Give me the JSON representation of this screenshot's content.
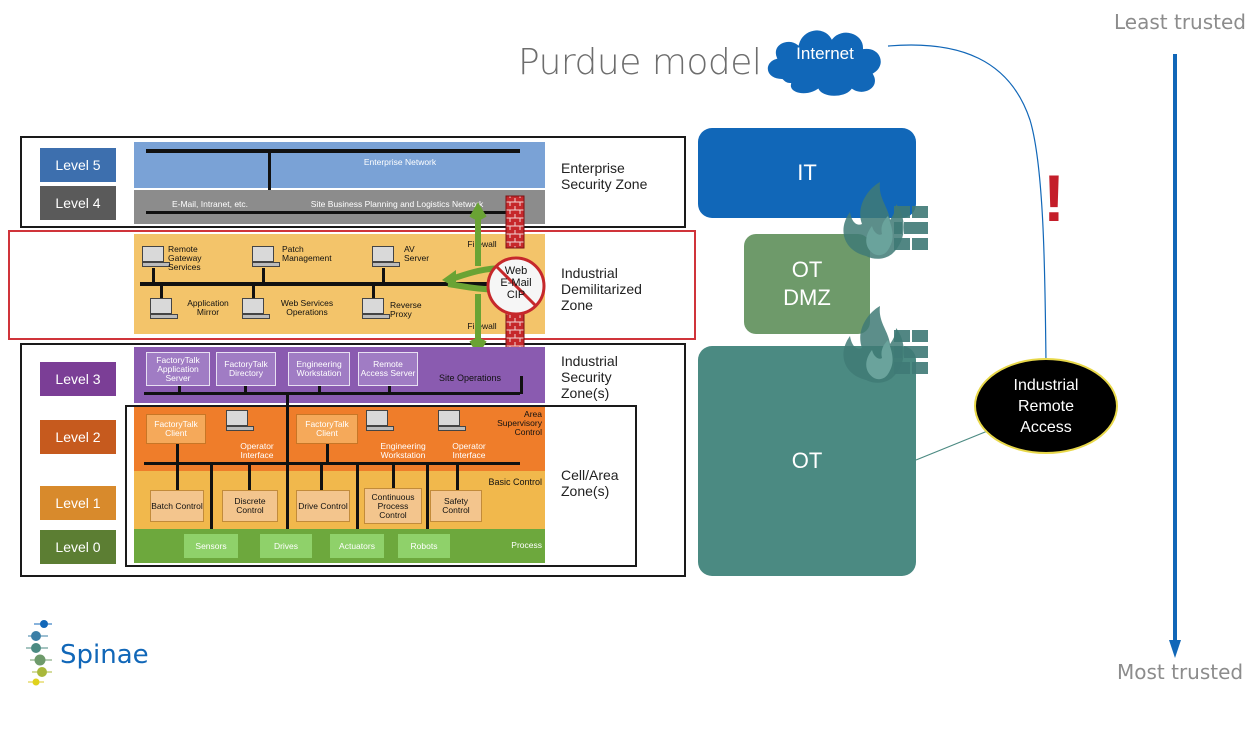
{
  "title": "Purdue model",
  "trust_axis": {
    "top": "Least trusted",
    "bottom": "Most trusted",
    "color": "#1167b8"
  },
  "internet": {
    "label": "Internet",
    "color": "#1167b8"
  },
  "levels": [
    {
      "label": "Level 5",
      "color": "#3d6fae"
    },
    {
      "label": "Level 4",
      "color": "#5a5a5a"
    },
    {
      "label": "Level 3",
      "color": "#7b3e96"
    },
    {
      "label": "Level 2",
      "color": "#c65a1e"
    },
    {
      "label": "Level 1",
      "color": "#d88a2c"
    },
    {
      "label": "Level 0",
      "color": "#5c7e33"
    }
  ],
  "zones": {
    "enterprise": "Enterprise Security Zone",
    "idmz": "Industrial Demilitarized Zone",
    "industrial": "Industrial Security Zone(s)",
    "cell": "Cell/Area Zone(s)"
  },
  "enterprise": {
    "network": "Enterprise Network",
    "email": "E-Mail, Intranet, etc.",
    "site_planning": "Site Business Planning and Logistics Network"
  },
  "idmz": {
    "firewall_top": "Firewall",
    "firewall_bottom": "Firewall",
    "remote_gateway": "Remote Gateway Services",
    "patch": "Patch Management",
    "av": "AV Server",
    "app_mirror": "Application Mirror",
    "web_services": "Web Services Operations",
    "reverse_proxy": "Reverse Proxy",
    "blocked": [
      "Web",
      "E-Mail",
      "CIP"
    ]
  },
  "level3": {
    "boxes": [
      "FactoryTalk Application Server",
      "FactoryTalk Directory",
      "Engineering Workstation",
      "Remote Access Server"
    ],
    "site_ops": "Site Operations"
  },
  "level2": {
    "ft_client_1": "FactoryTalk Client",
    "operator_1": "Operator Interface",
    "ft_client_2": "FactoryTalk Client",
    "eng_ws": "Engineering Workstation",
    "operator_2": "Operator Interface",
    "area": "Area Supervisory Control"
  },
  "level1": {
    "boxes": [
      "Batch Control",
      "Discrete Control",
      "Drive Control",
      "Continuous Process Control",
      "Safety Control"
    ],
    "basic": "Basic Control"
  },
  "level0": {
    "boxes": [
      "Sensors",
      "Drives",
      "Actuators",
      "Robots"
    ],
    "process": "Process"
  },
  "right_zones": {
    "it": {
      "label": "IT",
      "color": "#1167b8"
    },
    "dmz": {
      "line1": "OT",
      "line2": "DMZ",
      "color": "#6e9a6a"
    },
    "ot": {
      "label": "OT",
      "color": "#4b8a82"
    }
  },
  "remote_access": {
    "line1": "Industrial",
    "line2": "Remote",
    "line3": "Access"
  },
  "alert": "!",
  "logo": "Spinae"
}
